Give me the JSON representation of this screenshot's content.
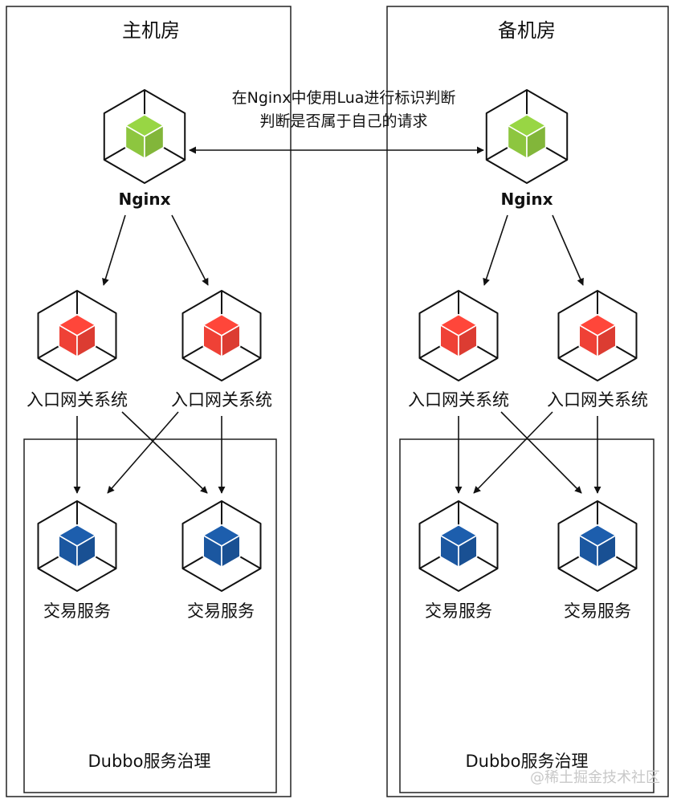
{
  "rooms": [
    {
      "title": "主机房",
      "nginx": "Nginx",
      "gateways": [
        "入口网关系统",
        "入口网关系统"
      ],
      "services": [
        "交易服务",
        "交易服务"
      ],
      "governance": "Dubbo服务治理"
    },
    {
      "title": "备机房",
      "nginx": "Nginx",
      "gateways": [
        "入口网关系统",
        "入口网关系统"
      ],
      "services": [
        "交易服务",
        "交易服务"
      ],
      "governance": "Dubbo服务治理"
    }
  ],
  "note": {
    "line1": "在Nginx中使用Lua进行标识判断",
    "line2": "判断是否属于自己的请求"
  },
  "watermark": "@稀土掘金技术社区",
  "colors": {
    "nginx": "#8dc63f",
    "gateway": "#ef4136",
    "service": "#1b57a0",
    "line": "#111111"
  },
  "icons": {
    "node": "cube-icon"
  }
}
